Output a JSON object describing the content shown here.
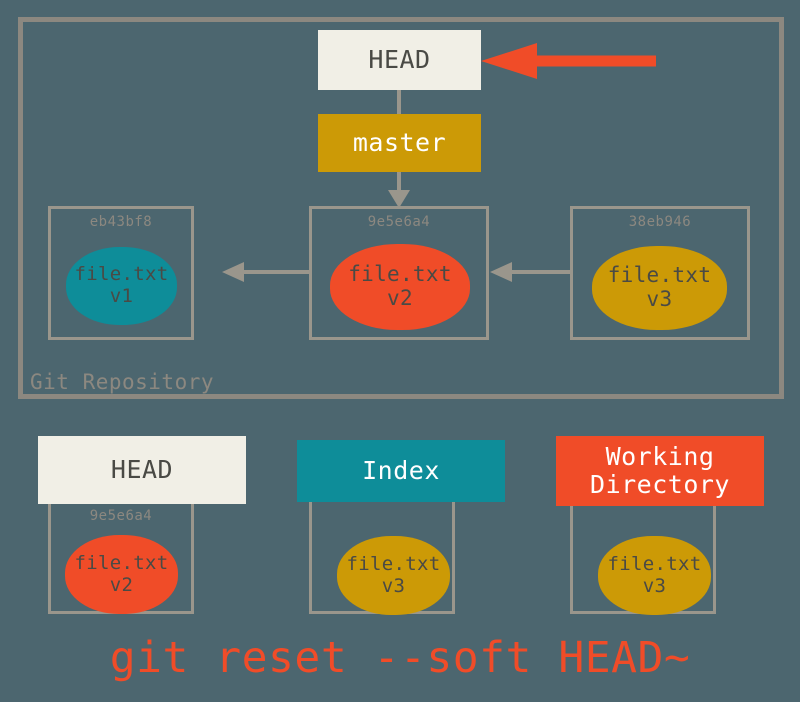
{
  "diagram": {
    "title": "git reset --soft HEAD~",
    "background_color": "#4c666f",
    "palette": {
      "background": "#4c666f",
      "frame_gray": "#8c8880",
      "commit_frame_gray": "#9a968c",
      "cream": "#f1efe6",
      "gold": "#cc9a06",
      "teal": "#0e8d99",
      "red": "#f04c28",
      "text_dark": "#4a4a45",
      "text_light": "#ffffff"
    }
  },
  "repository": {
    "caption": "Git Repository",
    "head_pointer": {
      "label": "HEAD",
      "points_to": "master"
    },
    "branch": {
      "label": "master",
      "points_to": "9e5e6a4"
    },
    "highlight_arrow": {
      "name": "head-moved-arrow",
      "color": "#f04c28",
      "direction": "left",
      "target": "HEAD"
    },
    "commits": [
      {
        "hash": "eb43bf8",
        "file": "file.txt",
        "version": "v1",
        "color": "teal"
      },
      {
        "hash": "9e5e6a4",
        "file": "file.txt",
        "version": "v2",
        "color": "red"
      },
      {
        "hash": "38eb946",
        "file": "file.txt",
        "version": "v3",
        "color": "gold"
      }
    ]
  },
  "trees": [
    {
      "label": "HEAD",
      "header_color": "cream",
      "hash": "9e5e6a4",
      "file": "file.txt",
      "version": "v2",
      "blob_color": "red"
    },
    {
      "label": "Index",
      "header_color": "teal",
      "hash": "",
      "file": "file.txt",
      "version": "v3",
      "blob_color": "gold"
    },
    {
      "label_line1": "Working",
      "label_line2": "Directory",
      "header_color": "red",
      "hash": "",
      "file": "file.txt",
      "version": "v3",
      "blob_color": "gold"
    }
  ],
  "command": "git reset --soft HEAD~"
}
